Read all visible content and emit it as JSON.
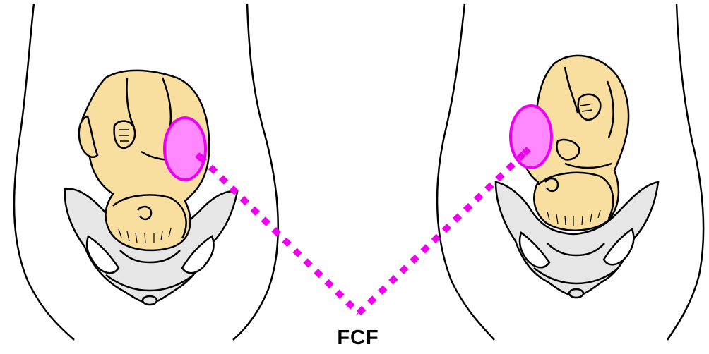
{
  "label": "FCF",
  "colors": {
    "marker_fill": "#ff88ff",
    "marker_stroke": "#ee00ee",
    "dotted_line": "#ee00ee",
    "fetus_skin": "#f8dfa0",
    "pelvis": "#e6e6e6",
    "outline": "#000000"
  },
  "panels": [
    {
      "name": "left",
      "presentation": "cephalic"
    },
    {
      "name": "right",
      "presentation": "cephalic"
    }
  ]
}
